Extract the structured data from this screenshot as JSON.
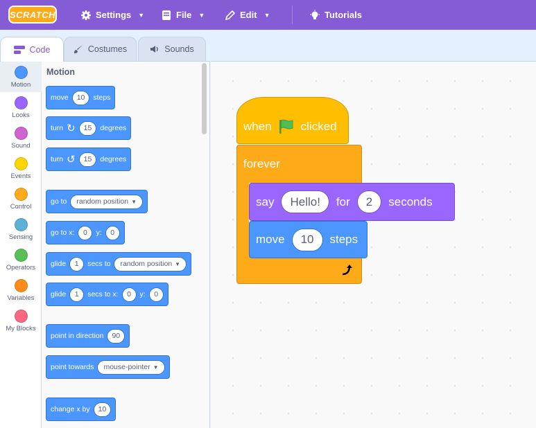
{
  "menubar": {
    "logo": "SCRATCH",
    "settings": "Settings",
    "file": "File",
    "edit": "Edit",
    "tutorials": "Tutorials"
  },
  "tabs": {
    "code": "Code",
    "costumes": "Costumes",
    "sounds": "Sounds"
  },
  "categories": [
    {
      "label": "Motion",
      "color": "#4c97ff"
    },
    {
      "label": "Looks",
      "color": "#9966ff"
    },
    {
      "label": "Sound",
      "color": "#cf63cf"
    },
    {
      "label": "Events",
      "color": "#ffd500"
    },
    {
      "label": "Control",
      "color": "#ffab19"
    },
    {
      "label": "Sensing",
      "color": "#5cb1d6"
    },
    {
      "label": "Operators",
      "color": "#59c059"
    },
    {
      "label": "Variables",
      "color": "#ff8c1a"
    },
    {
      "label": "My Blocks",
      "color": "#ff6680"
    }
  ],
  "palette": {
    "title": "Motion",
    "move": {
      "a": "move",
      "v": "10",
      "b": "steps"
    },
    "turn_right": {
      "a": "turn",
      "v": "15",
      "b": "degrees"
    },
    "turn_left": {
      "a": "turn",
      "v": "15",
      "b": "degrees"
    },
    "goto": {
      "a": "go to",
      "opt": "random position"
    },
    "goto_xy": {
      "a": "go to x:",
      "x": "0",
      "b": "y:",
      "y": "0"
    },
    "glide": {
      "a": "glide",
      "v": "1",
      "b": "secs to",
      "opt": "random position"
    },
    "glide_xy": {
      "a": "glide",
      "v": "1",
      "b": "secs to x:",
      "x": "0",
      "c": "y:",
      "y": "0"
    },
    "point_dir": {
      "a": "point in direction",
      "v": "90"
    },
    "point_towards": {
      "a": "point towards",
      "opt": "mouse-pointer"
    },
    "change_x": {
      "a": "change x by",
      "v": "10"
    }
  },
  "script": {
    "hat": {
      "a": "when",
      "b": "clicked"
    },
    "forever": "forever",
    "say": {
      "a": "say",
      "msg": "Hello!",
      "b": "for",
      "secs": "2",
      "c": "seconds"
    },
    "move": {
      "a": "move",
      "v": "10",
      "b": "steps"
    }
  },
  "colors": {
    "accent": "#855cd6",
    "motion": "#4c97ff",
    "looks": "#9966ff",
    "events": "#ffbf00",
    "control": "#ffab19"
  }
}
